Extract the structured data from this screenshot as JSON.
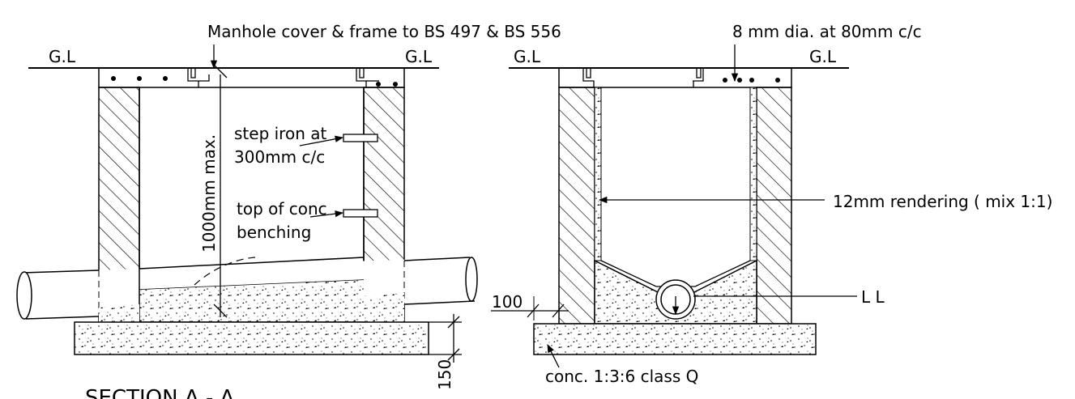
{
  "labels": {
    "manhole_cover": "Manhole cover & frame to BS 497 & BS 556",
    "reinforcement": "8 mm dia. at 80mm c/c",
    "gl_left_1": "G.L",
    "gl_left_2": "G.L",
    "gl_right_1": "G.L",
    "gl_right_2": "G.L",
    "step_iron_line1": "step iron at",
    "step_iron_line2": "300mm c/c",
    "top_conc_line1": "top of conc",
    "top_conc_line2": "benching",
    "depth_dim": "1000mm max.",
    "rendering": "12mm rendering ( mix 1:1)",
    "ll": "L L",
    "dim_100": "100",
    "dim_150": "150",
    "concrete": "conc. 1:3:6 class Q",
    "section_title": "SECTION A - A"
  }
}
